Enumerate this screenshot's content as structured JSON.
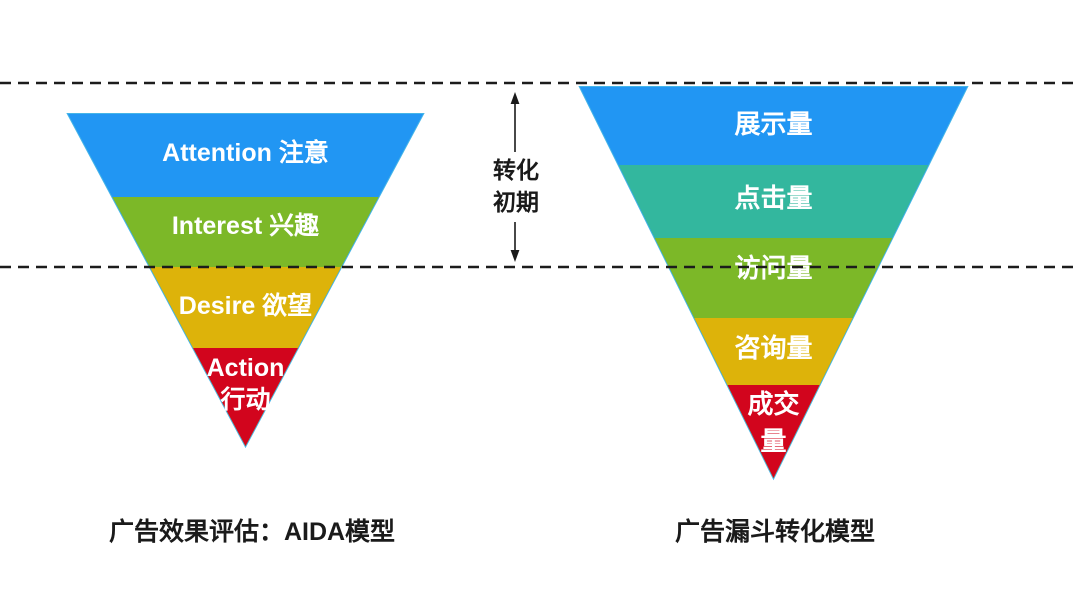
{
  "canvas": {
    "background": "#ffffff"
  },
  "guides": {
    "dash_color": "#1c1c1c",
    "top_line_y": "83",
    "bottom_line_y": "267"
  },
  "stage_annotation": {
    "line1": "转化",
    "line2": "初期",
    "color": "#1a1a1a"
  },
  "aida_funnel": {
    "caption": "广告效果评估：AIDA模型",
    "caption_color": "#1a1a1a",
    "label_color": "#ffffff",
    "outline_color": "#45b5e8",
    "layers": [
      {
        "label": "Attention 注意",
        "color": "#2196f3"
      },
      {
        "label": "Interest 兴趣",
        "color": "#7cb828"
      },
      {
        "label": "Desire 欲望",
        "color": "#ddb30a"
      },
      {
        "label": "Action",
        "label_line2": "行动",
        "color": "#d2051d"
      }
    ]
  },
  "conversion_funnel": {
    "caption": "广告漏斗转化模型",
    "caption_color": "#1a1a1a",
    "label_color": "#ffffff",
    "outline_color": "#45b5e8",
    "layers": [
      {
        "label": "展示量",
        "color": "#2196f3"
      },
      {
        "label": "点击量",
        "color": "#33b79e"
      },
      {
        "label": "访问量",
        "color": "#7cb828"
      },
      {
        "label": "咨询量",
        "color": "#ddb30a"
      },
      {
        "label": "成交",
        "label_line2": "量",
        "color": "#d2051d"
      }
    ]
  }
}
